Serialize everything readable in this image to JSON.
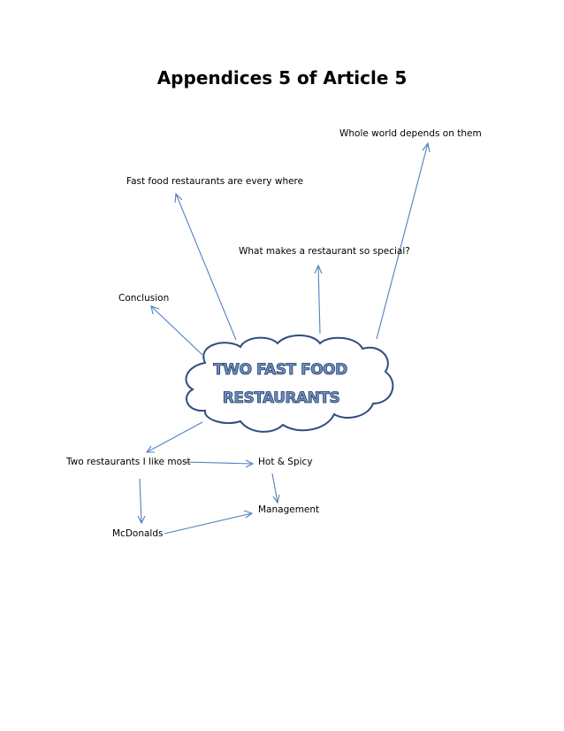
{
  "page": {
    "title": "Appendices 5 of Article 5"
  },
  "center": {
    "line1": "TWO FAST FOOD",
    "line2": "RESTAURANTS"
  },
  "nodes": {
    "whole_world": "Whole world depends on them",
    "everywhere": "Fast food restaurants are every where",
    "special": "What makes a restaurant so special?",
    "conclusion": "Conclusion",
    "two_restaurants": "Two restaurants I like most",
    "hot_spicy": "Hot & Spicy",
    "management": "Management",
    "mcdonalds": "McDonalds"
  },
  "colors": {
    "arrow": "#4f81bd",
    "cloud_outline": "#2e4e7e",
    "cloud_text_fill": "#6f8fbf",
    "cloud_text_outline": "#1f3864"
  }
}
